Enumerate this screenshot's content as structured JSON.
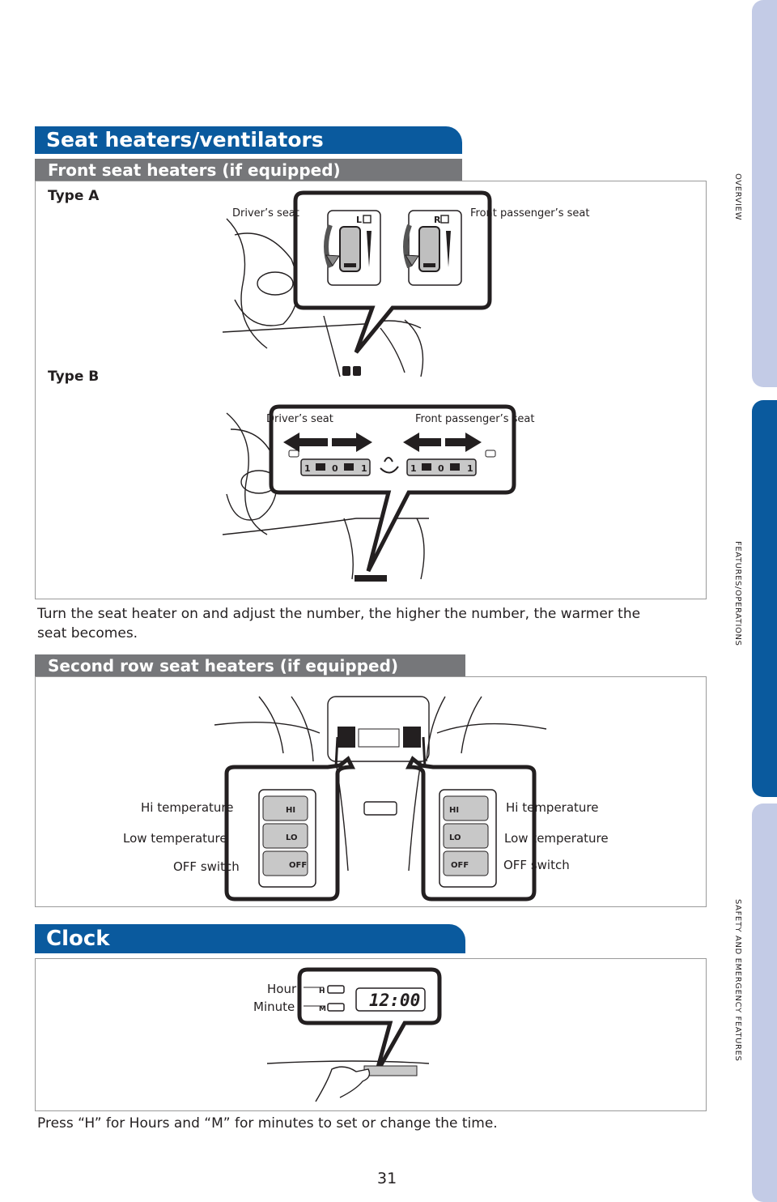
{
  "side_tabs": {
    "overview": "OVERVIEW",
    "features": "FEATURES/OPERATIONS",
    "safety": "SAFETY AND EMERGENCY FEATURES"
  },
  "section_seat": {
    "title": "Seat heaters/ventilators",
    "front_subtitle": "Front seat heaters (if equipped)",
    "type_a": "Type A",
    "type_b": "Type B",
    "driver_seat": "Driver’s seat",
    "passenger_seat": "Front passenger’s seat",
    "type_a_left_letter": "L",
    "type_a_right_letter": "R",
    "dial_labels": [
      "1",
      "0",
      "1"
    ],
    "description": "Turn the seat heater on and adjust the number, the higher the number, the warmer the seat becomes."
  },
  "section_second_row": {
    "subtitle": "Second row seat heaters (if equipped)",
    "hi_temp": "Hi temperature",
    "low_temp": "Low temperature",
    "off_switch": "OFF switch",
    "btn_hi": "HI",
    "btn_lo": "LO",
    "btn_off": "OFF"
  },
  "section_clock": {
    "title": "Clock",
    "hour": "Hour",
    "minute": "Minute",
    "btn_h": "H",
    "btn_m": "M",
    "display_time": "12:00",
    "description": "Press “H” for Hours and “M” for minutes to set or change the time."
  },
  "page_number": "31",
  "colors": {
    "brand_blue": "#0a5a9e",
    "tab_light": "#c3cbe6",
    "tab_active": "#0a5a9e",
    "header_gray": "#76777a"
  }
}
